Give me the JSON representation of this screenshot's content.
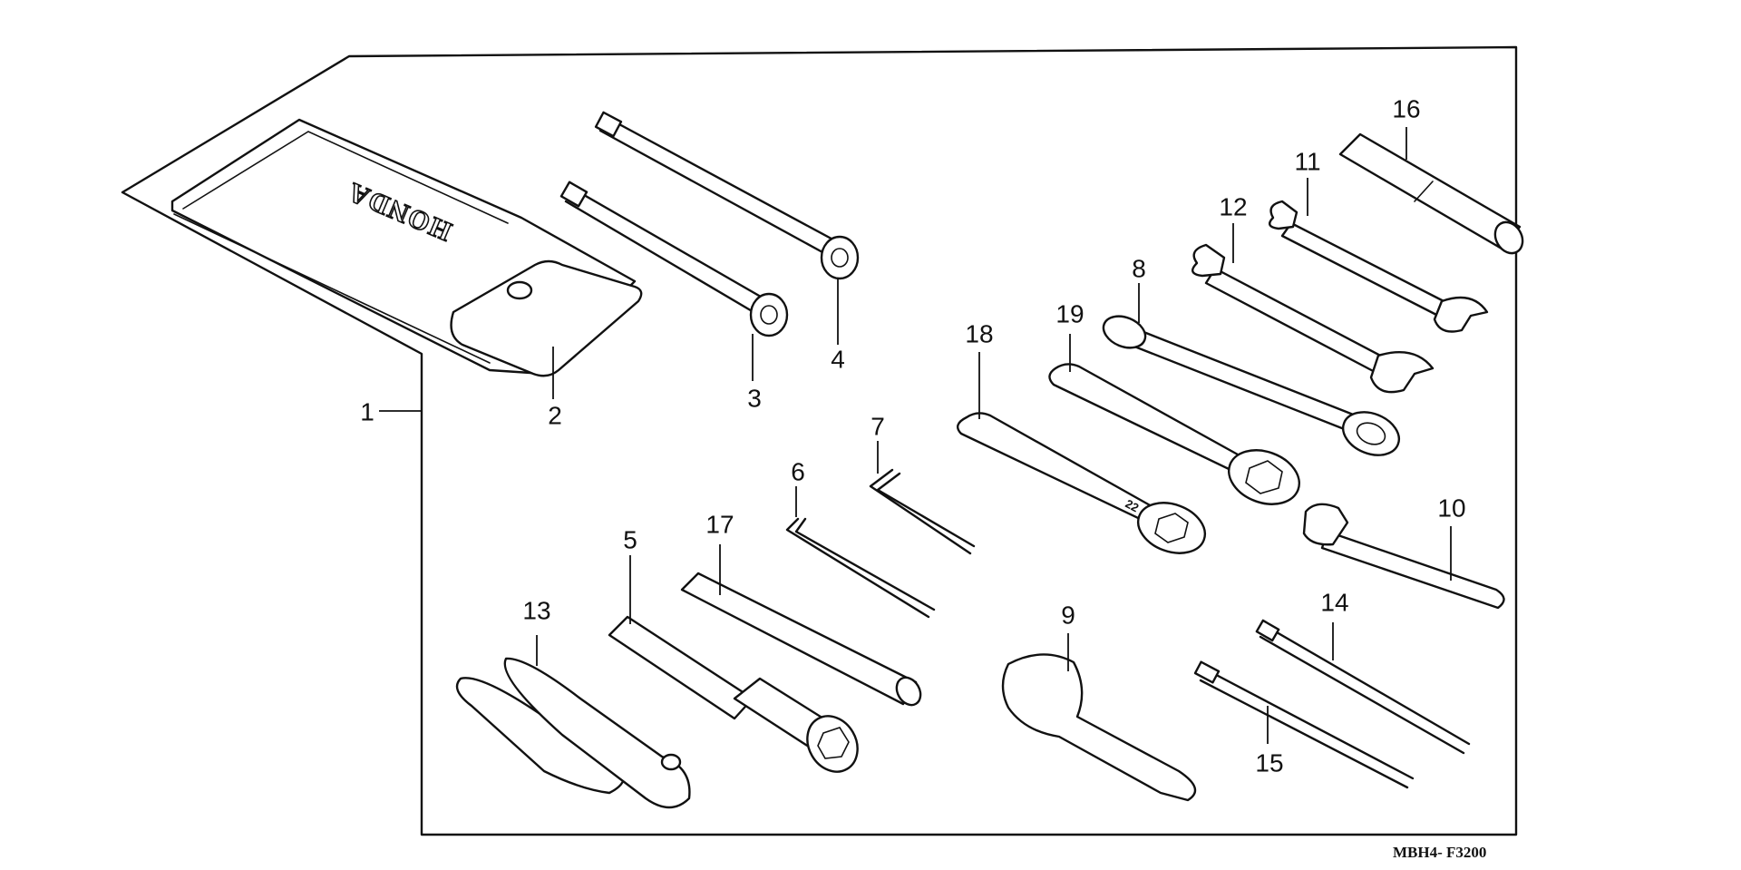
{
  "diagram": {
    "drawing_code": "MBH4- F3200",
    "brand_text": "HONDA",
    "callouts": [
      {
        "id": "1",
        "label": "1"
      },
      {
        "id": "2",
        "label": "2"
      },
      {
        "id": "3",
        "label": "3"
      },
      {
        "id": "4",
        "label": "4"
      },
      {
        "id": "5",
        "label": "5"
      },
      {
        "id": "6",
        "label": "6"
      },
      {
        "id": "7",
        "label": "7"
      },
      {
        "id": "8",
        "label": "8"
      },
      {
        "id": "9",
        "label": "9"
      },
      {
        "id": "10",
        "label": "10"
      },
      {
        "id": "11",
        "label": "11"
      },
      {
        "id": "12",
        "label": "12"
      },
      {
        "id": "13",
        "label": "13"
      },
      {
        "id": "14",
        "label": "14"
      },
      {
        "id": "15",
        "label": "15"
      },
      {
        "id": "16",
        "label": "16"
      },
      {
        "id": "17",
        "label": "17"
      },
      {
        "id": "18",
        "label": "18"
      },
      {
        "id": "19",
        "label": "19"
      }
    ]
  }
}
